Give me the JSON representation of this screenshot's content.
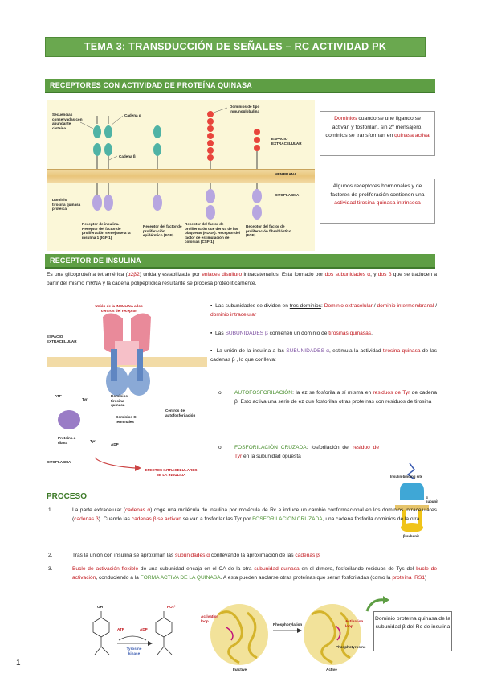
{
  "title": "TEMA 3: TRANSDUCCIÓN DE SEÑALES – RC ACTIVIDAD PK",
  "section1": {
    "heading": "RECEPTORES CON ACTIVIDAD DE PROTEÍNA QUINASA",
    "figure_labels": {
      "secuencias": "Secuencias conservadas con abundante cisteína",
      "cadena_alpha": "Cadena α",
      "cadena_beta": "Cadena β",
      "dominios_ig": "Dominios de tipo inmunoglobulina",
      "espacio": "ESPACIO EXTRACELULAR",
      "membrana": "MEMBRANA",
      "citoplasma": "CITOPLASMA",
      "dominio_tirosina": "Dominio tirosina quinasa proteica",
      "cap1": "Receptor de insulina. Receptor del factor de proliferación semejante a la insulina 1 (IGF-1)",
      "cap2": "Receptor del factor de proliferación epidérmico (EGF)",
      "cap3": "Receptor del factor de proliferación que deriva de las plaquetas (PDGF). Receptor del factor de estimulación de colonias (CSF-1)",
      "cap4": "Receptor del factor de proliferación fibroblástico (FGF)"
    },
    "box1": {
      "p1": "Dominios",
      "p2": " cuando se une ligando se activan y fosforilan, sin 2º mensajero, dominios se transforman en ",
      "p3": "quinasa activa"
    },
    "box2": {
      "p1": "Algunos receptores hormonales y de factores de proliferación contienen una ",
      "p2": "actividad tirosina quinasa intrínseca"
    }
  },
  "section2": {
    "heading": "RECEPTOR DE INSULINA",
    "intro": {
      "a": "Es una glicoproteína tetramérica (",
      "b": "α2β2",
      "c": ") unida y estabilizada por ",
      "d": "enlaces disulfuro",
      "e": " intracatenarios. Está formado por ",
      "f": "dos subunidades α",
      "g": ", y ",
      "h": "dos β",
      "i": " que se traducen a partir del mismo mRNA y la cadena polipeptídica resultante se procesa proteolíticamente."
    },
    "figure_labels": {
      "union": "Unión de la INSULINA a los centros del receptor",
      "espacio": "ESPACIO EXTRACELULAR",
      "atp": "ATP",
      "tyr1": "Tyr",
      "dominios_tk": "Dominios tirosina quinasa",
      "centros": "Centros de autofosforilación",
      "dominios_c": "Dominios C-terminales",
      "proteina_diana": "Proteína a diana",
      "tyr2": "Tyr",
      "adp": "ADP",
      "citoplasma": "CITOPLASMA",
      "efectos": "EFECTOS INTRACELULARES DE LA INSULINA"
    },
    "bullets": [
      {
        "a": "Las subunidades se dividen en ",
        "b": "tres dominios",
        "c": ": ",
        "d": "Dominio extracelular",
        "e": " / ",
        "f": "dominio intermembranal",
        "g": " / ",
        "h": "dominio intracelular"
      },
      {
        "a": "Las ",
        "b": "SUBUNIDADES β",
        "c": " contienen un dominio de ",
        "d": "tirosinas quinasas",
        "e": "."
      },
      {
        "a": "La unión de la insulina a las ",
        "b": "SUBUNIDADES α",
        "c": ", estimula la actividad ",
        "d": "tirosina quinasa",
        "e": " de las cadenas β , lo que conlleva:"
      }
    ],
    "subbullets": [
      {
        "a": "AUTOFOSFORILACIÓN",
        "b": ": la ez se fosforila a sí misma en ",
        "c": "residuos de Tyr",
        "d": " de cadena β. Esto activa una serie de ez que fosforilan otras proteínas con residuos de tirosina"
      },
      {
        "a": "FOSFORILACIÓN CRUZADA",
        "b": ": fosforilación del ",
        "c": "residuo de Tyr",
        "d": " en la subunidad opuesta"
      }
    ],
    "small_fig": {
      "insulin_site": "Insulin-binding site",
      "alpha": "α subunit",
      "beta": "β subunit"
    }
  },
  "proceso": {
    "heading": "PROCESO",
    "items": [
      {
        "num": "1.",
        "a": "La parte extracelular (",
        "b": "cadenas α",
        "c": ") coge una molécula de insulina por molécula de Rc e induce un cambio conformacional en los dominios intracelulares (",
        "d": "cadenas β",
        "e": "). Cuando las ",
        "f": "cadenas β se activan",
        "g": " se van a fosforilar las Tyr por ",
        "h": "FOSFORILACIÓN CRUZADA",
        "i": ", una cadena fosforila dominios de la otra."
      },
      {
        "num": "2.",
        "a": "Tras la unión con insulina se aproximan las ",
        "b": "subunidades α",
        "c": " conllevando la aproximación de las ",
        "d": "cadenas β"
      },
      {
        "num": "3.",
        "a": "Bucle de activación flexible",
        "b": " de una subunidad encaja en el CA de la otra ",
        "c": "subunidad quinasa",
        "d": " en el dímero, fosforilando residuos de Tys del ",
        "e": "bucle de activación",
        "f": ", conduciendo a la ",
        "g": "FORMA ACTIVA DE LA QUINASA",
        "h": ". A esta pueden anclarse otras proteínas que serán fosforiladas (como la ",
        "i": "proteína IRS1",
        "j": ")"
      }
    ],
    "chem": {
      "oh": "OH",
      "po3": "PO₃²⁻",
      "atp": "ATP",
      "adp": "ADP",
      "enzyme": "Tyrosine kinase"
    },
    "struct_labels": {
      "activation_loop_l": "Activation loop",
      "phosphorylation": "Phosphorylation",
      "activation_loop_r": "Activation loop",
      "phosphotyrosine": "Phosphotyrosine",
      "inactive": "Inactive",
      "active": "Active"
    },
    "final_box": "Dominio proteína quinasa de la subunidad β del Rc de insulina"
  },
  "page_number": "1"
}
